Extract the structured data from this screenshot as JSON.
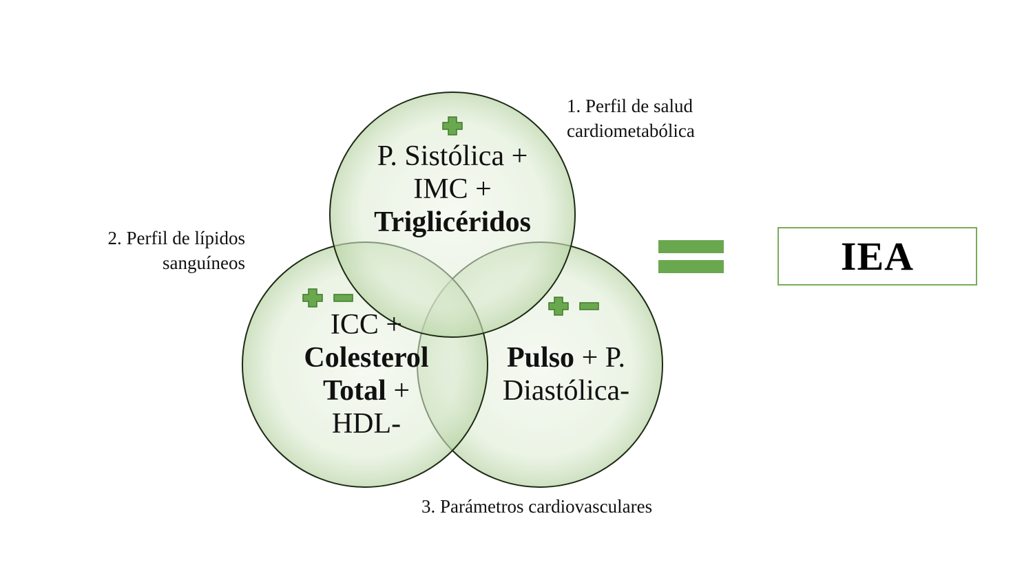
{
  "colors": {
    "circle_stroke": "#1c2a14",
    "circle_fill": "#e6f0dd",
    "sign_fill": "#6aa84f",
    "sign_stroke": "#3f7a2c",
    "result_border": "#7aab56"
  },
  "captions": {
    "top_right": [
      "1. Perfil de salud",
      "cardiometabólica"
    ],
    "left": [
      "2. Perfil de lípidos",
      "sanguíneos"
    ],
    "bottom": "3. Parámetros cardiovasculares"
  },
  "circles": {
    "top": {
      "signs": [
        "plus-icon"
      ],
      "line1": "P. Sistólica +",
      "line2": "IMC +",
      "line3_bold": "Triglicéridos"
    },
    "left": {
      "signs": [
        "plus-icon",
        "minus-icon"
      ],
      "line1": "ICC +",
      "line2_bold": "Colesterol",
      "line3_bold": "Total",
      "line3_rest": " +",
      "line4": "HDL-"
    },
    "right": {
      "signs": [
        "plus-icon",
        "minus-icon"
      ],
      "line1_bold": "Pulso",
      "line1_rest": " + P.",
      "line2": "Diastólica-"
    }
  },
  "equals_icon": "equals-icon",
  "result": {
    "label": "IEA"
  }
}
